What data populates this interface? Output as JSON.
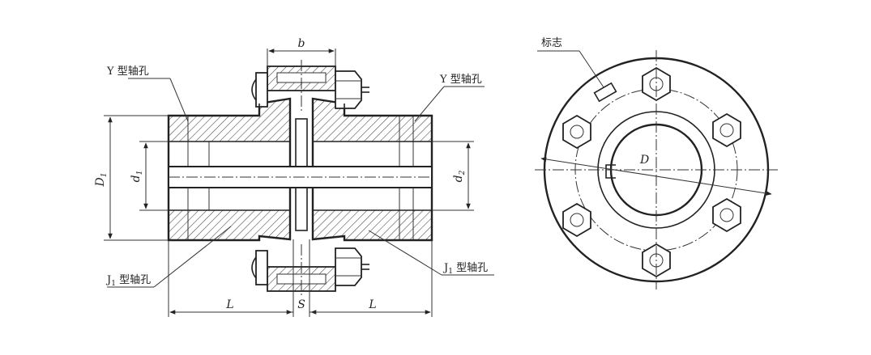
{
  "labels": {
    "y_hole_left": "Y 型轴孔",
    "y_hole_right": "Y 型轴孔",
    "j1_hole_left": "J",
    "j1_hole_left_sub": "1",
    "j1_hole_left_suffix": " 型轴孔",
    "j1_hole_right": "J",
    "j1_hole_right_sub": "1",
    "j1_hole_right_suffix": " 型轴孔",
    "mark": "标志"
  },
  "dimensions": {
    "b": "b",
    "D1": "D",
    "D1_sub": "1",
    "d1": "d",
    "d1_sub": "1",
    "d2": "d",
    "d2_sub": "2",
    "L_left": "L",
    "S": "S",
    "L_right": "L",
    "D": "D"
  }
}
